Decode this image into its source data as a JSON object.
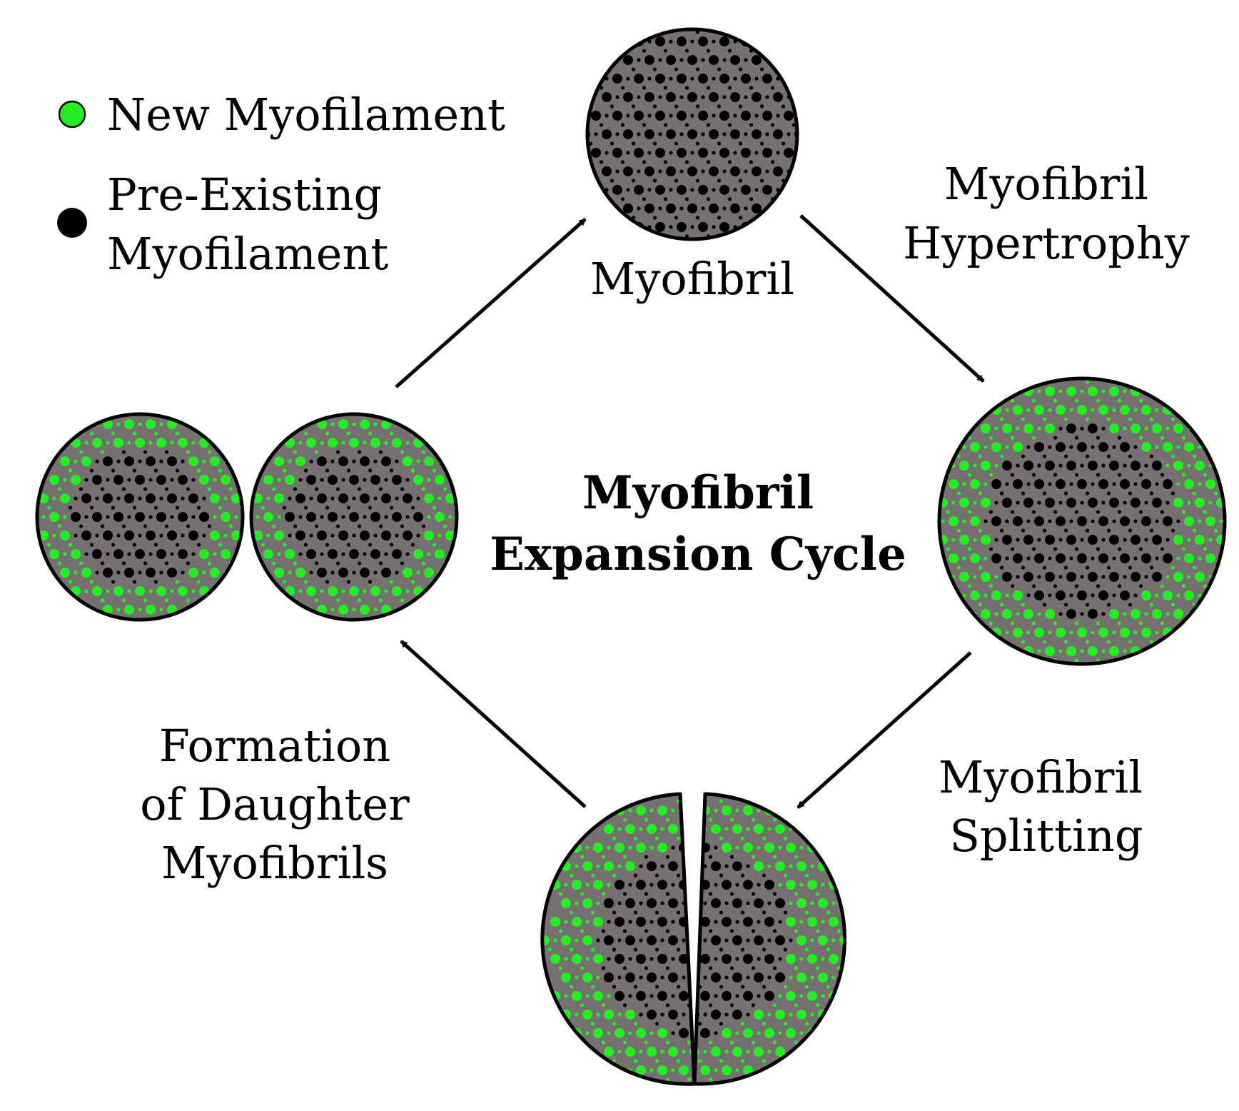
{
  "legend": {
    "new_label": "New Myofilament",
    "pre_label_line1": "Pre-Existing",
    "pre_label_line2": "Myofilament"
  },
  "labels": {
    "top": "Myofibril",
    "hypertrophy_line1": "Myofibril",
    "hypertrophy_line2": "Hypertrophy",
    "splitting_line1": "Myofibril",
    "splitting_line2": "Splitting",
    "formation_line1": "Formation",
    "formation_line2": "of Daughter",
    "formation_line3": "Myofibrils"
  },
  "center_title": {
    "line1": "Myofibril",
    "line2": "Expansion Cycle"
  },
  "colors": {
    "new_filament": "#22ee22",
    "pre_existing_filament": "#000000",
    "myofibril_fill": "#767070",
    "outline": "#000000",
    "background": "#ffffff"
  }
}
